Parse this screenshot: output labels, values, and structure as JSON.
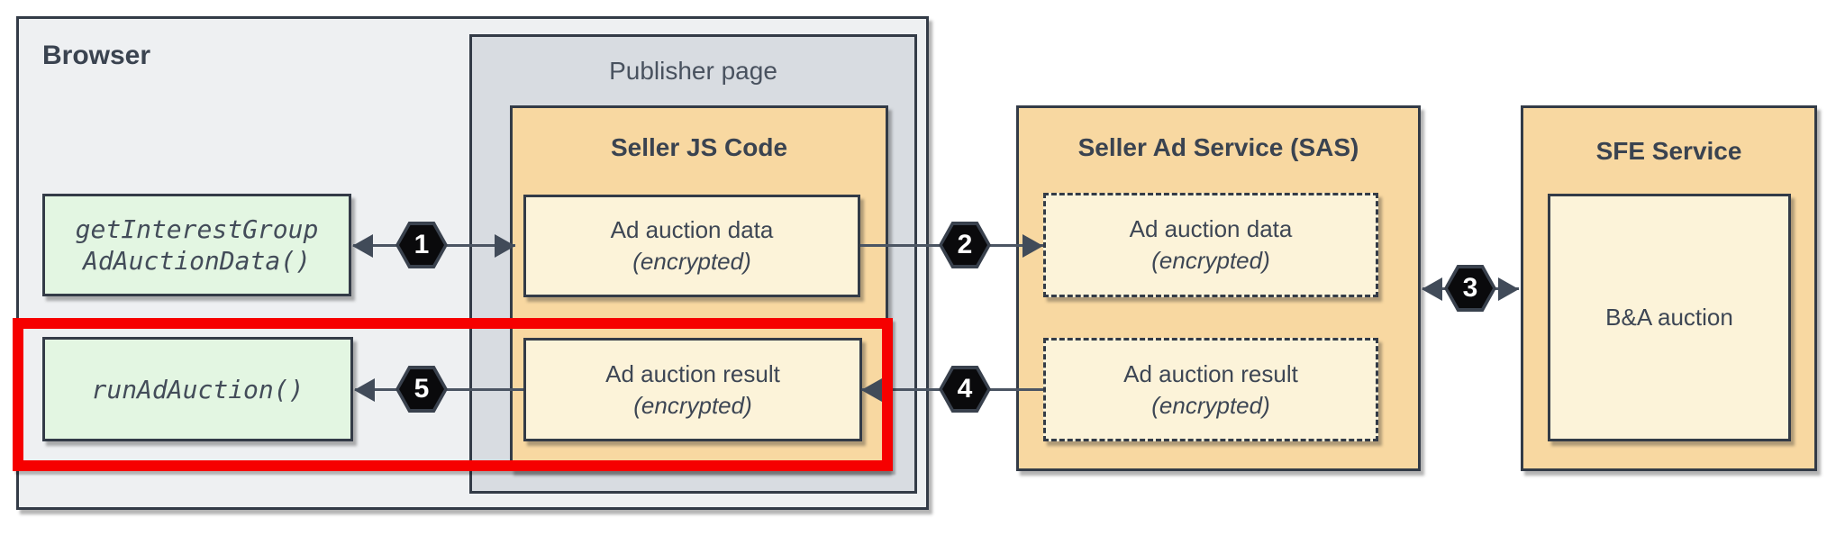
{
  "browser": {
    "label": "Browser"
  },
  "publisher_page": {
    "label": "Publisher page"
  },
  "seller_js": {
    "title": "Seller JS Code",
    "ad_auction_data": {
      "line1": "Ad auction data",
      "line2": "(encrypted)"
    },
    "ad_auction_result": {
      "line1": "Ad auction result",
      "line2": "(encrypted)"
    }
  },
  "browser_api": {
    "get_interest_group": {
      "line1": "getInterestGroup",
      "line2": "AdAuctionData()"
    },
    "run_ad_auction": {
      "label": "runAdAuction()"
    }
  },
  "seller_ad_service": {
    "title": "Seller Ad Service (SAS)",
    "ad_auction_data": {
      "line1": "Ad auction data",
      "line2": "(encrypted)"
    },
    "ad_auction_result": {
      "line1": "Ad auction result",
      "line2": "(encrypted)"
    }
  },
  "sfe_service": {
    "title": "SFE Service",
    "ba_auction": {
      "label": "B&A auction"
    }
  },
  "steps": {
    "s1": "1",
    "s2": "2",
    "s3": "3",
    "s4": "4",
    "s5": "5"
  },
  "colors": {
    "browser_fill": "#EEF0F2",
    "publisher_fill": "#D8DCE1",
    "service_fill": "#F8D8A1",
    "inner_fill": "#FCF3D9",
    "api_fill": "#E3F6E2",
    "border_dark": "#333B47",
    "arrow": "#4B5563",
    "badge_fill": "#0A0A0C",
    "badge_text": "#FFFFFF",
    "highlight_red": "#F60000",
    "text_dark": "#3D4654"
  }
}
